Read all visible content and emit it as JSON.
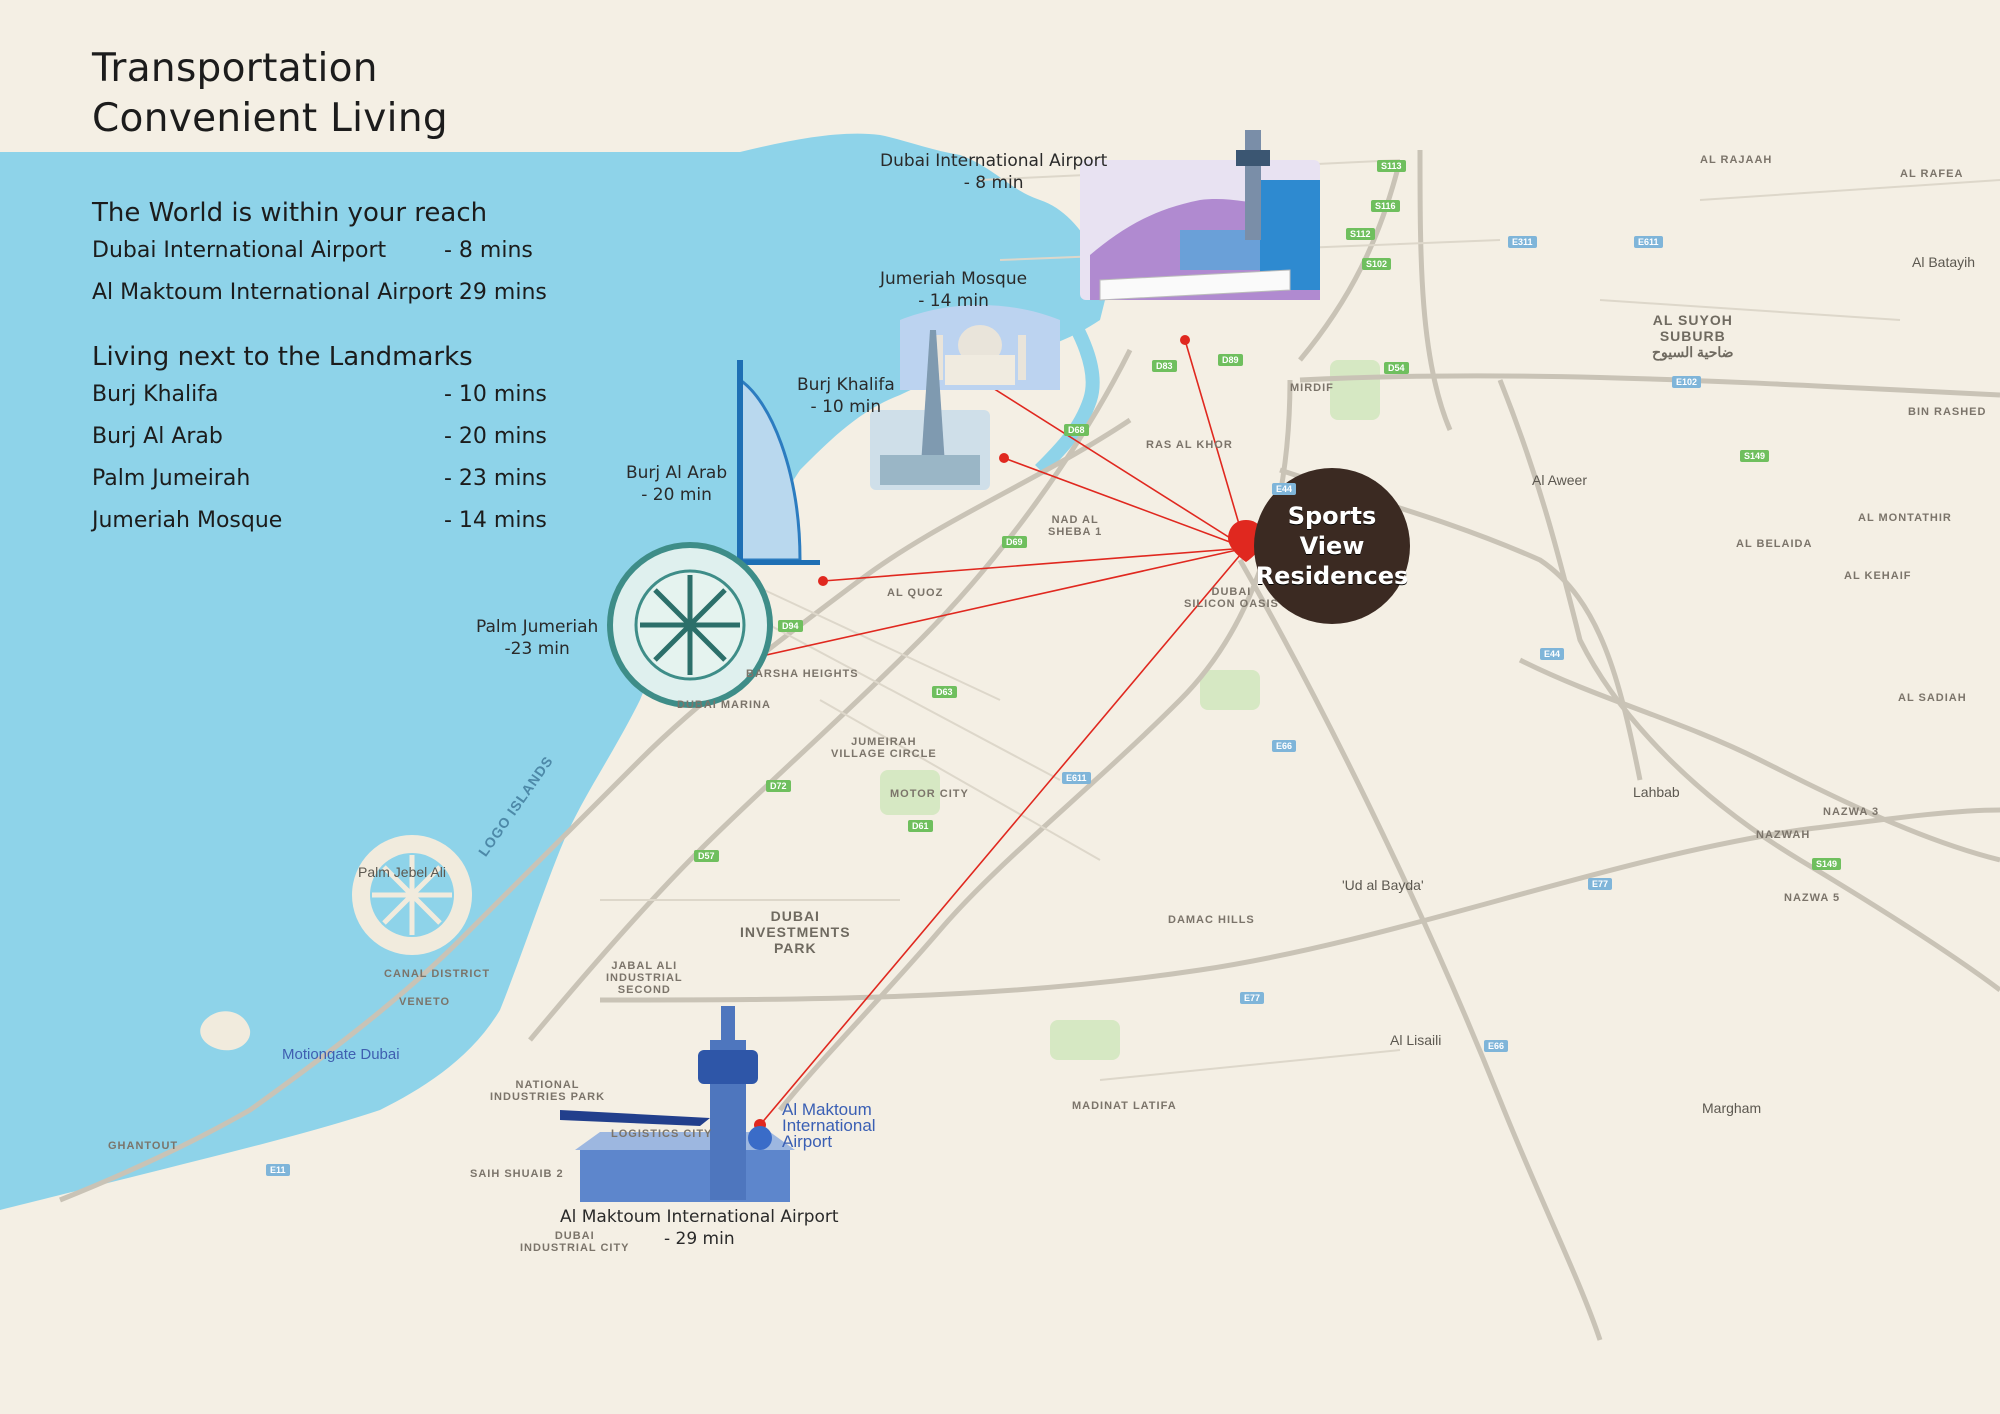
{
  "header": {
    "line1": "Transportation",
    "line2": "Convenient Living"
  },
  "section_world": {
    "heading": "The World is within your reach",
    "rows": [
      {
        "name": "Dubai International Airport",
        "time": "- 8 mins"
      },
      {
        "name": "Al Maktoum International Airport",
        "time": "- 29 mins"
      }
    ]
  },
  "section_landmarks": {
    "heading": "Living next to the Landmarks",
    "rows": [
      {
        "name": "Burj Khalifa",
        "time": "- 10 mins"
      },
      {
        "name": "Burj Al Arab",
        "time": "- 20 mins"
      },
      {
        "name": "Palm Jumeirah",
        "time": "- 23 mins"
      },
      {
        "name": "Jumeriah Mosque",
        "time": "- 14 mins"
      }
    ]
  },
  "map_labels": {
    "dxb": {
      "name": "Dubai International Airport",
      "time": "- 8 min"
    },
    "mosque": {
      "name": "Jumeriah Mosque",
      "time": "- 14 min"
    },
    "khalifa": {
      "name": "Burj Khalifa",
      "time": "- 10 min"
    },
    "arab": {
      "name": "Burj Al Arab",
      "time": "- 20 min"
    },
    "palm": {
      "name": "Palm Jumeriah",
      "time": "-23 min"
    },
    "dwc": {
      "name": "Al Maktoum International Airport",
      "time": "- 29 min"
    }
  },
  "project": {
    "line1": "Sports",
    "line2": "View",
    "line3": "Residences"
  },
  "areas": {
    "al_suyoh": "AL SUYOH",
    "suburb": "SUBURB",
    "al_suyoh_ar": "ضاحية السيوح",
    "mirdif": "MIRDIF",
    "ras_al_khor": "RAS AL KHOR",
    "nad_al_sheba": "NAD AL",
    "nad_al_sheba2": "SHEBA 1",
    "al_quoz": "AL QUOZ",
    "silicon1": "DUBAI",
    "silicon2": "SILICON OASIS",
    "barsha": "BARSHA HEIGHTS",
    "marina": "DUBAI MARINA",
    "jvc1": "JUMEIRAH",
    "jvc2": "VILLAGE CIRCLE",
    "motor": "MOTOR CITY",
    "dip1": "DUBAI",
    "dip2": "INVESTMENTS",
    "dip3": "PARK",
    "jafza1": "JABAL ALI",
    "jafza2": "INDUSTRIAL",
    "jafza3": "SECOND",
    "canal": "CANAL DISTRICT",
    "veneto": "VENETO",
    "nip1": "NATIONAL",
    "nip2": "INDUSTRIES PARK",
    "logistics": "LOGISTICS CITY",
    "saih": "SAIH SHUAIB 2",
    "dic1": "DUBAI",
    "dic2": "INDUSTRIAL CITY",
    "ghantout": "GHANTOUT",
    "damac1": "DAMAC HILLS",
    "madinat": "MADINAT LATIFA",
    "al_belaida": "AL BELAIDA",
    "al_kehaif": "AL KEHAIF",
    "al_montathir": "AL MONTATHIR",
    "nazwah": "NAZWAH",
    "nazwa3": "NAZWA 3",
    "nazwa5": "NAZWA 5",
    "al_sadiah": "AL SADIAH",
    "al_rafea": "AL RAFEA",
    "al_rajaah": "AL RAJAAH",
    "bin_rashed": "BIN RASHED",
    "logo_islands": "LOGO ISLANDS"
  },
  "places": {
    "al_aweer": "Al Aweer",
    "lahbab": "Lahbab",
    "ud_al_bayda": "'Ud al Bayda'",
    "al_lisaili": "Al Lisaili",
    "margham": "Margham",
    "al_batayih": "Al Batayih",
    "palm_jebel_ali": "Palm Jebel Ali",
    "motiongate": "Motiongate Dubai",
    "al_maktoum_map": [
      "Al Maktoum",
      "International",
      "Airport"
    ]
  },
  "roads": [
    "S113",
    "S116",
    "S112",
    "S102",
    "E311",
    "E611",
    "E44",
    "E66",
    "E77",
    "E11",
    "E102",
    "E611",
    "S149",
    "D54",
    "D83",
    "D89",
    "D94",
    "D63",
    "D57",
    "D72",
    "D69",
    "D68",
    "D61",
    "E66",
    "S149",
    "E44",
    "E77"
  ],
  "colors": {
    "sea": "#8ed3e9",
    "land": "#f4efe4",
    "route": "#e0281f",
    "project_circle": "#3b2a22",
    "park": "#d6e8c3"
  }
}
